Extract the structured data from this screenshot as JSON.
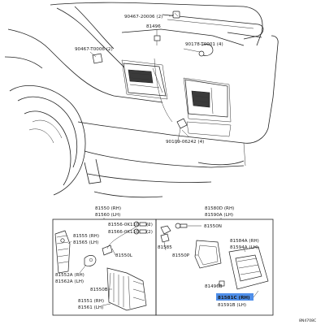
{
  "labels": {
    "p90467_20006": "90467-20006 (2)",
    "p81496_top": "81496",
    "p90467_t0006": "90467-T0006 (2)",
    "p90178_t0001": "90178-T0001 (4)",
    "p90109_06242": "90109-06242 (4)",
    "p81550_rh": "81550 (RH)",
    "p81560_lh": "81560 (LH)",
    "p81556": "81556-0K110",
    "p81566": "81566-0K110",
    "p81555_rh": "81555 (RH)",
    "p81565_lh": "81565 (LH)",
    "p81550l": "81550L",
    "p81552a_rh": "81552A (RH)",
    "p81562a_lh": "81562A (LH)",
    "p81550b": "81550B",
    "p81551_rh": "81551 (RH)",
    "p81561_lh": "81561 (LH)",
    "p81580d_rh": "81580D (RH)",
    "p81590a_lh": "81590A (LH)",
    "p81550n": "81550N",
    "p81584a_rh": "81584A (RH)",
    "p81594a_lh": "81594A (LH)",
    "p81585": "81585",
    "p81550p": "81550P",
    "p81496_box": "81496B",
    "p81581c_rh": "81581C (RH)",
    "p81591b_lh": "81591B (LH)",
    "p81556_qty": "(2)",
    "p81566_qty": "(2)",
    "code": "8N4708C"
  },
  "colors": {
    "highlight": "#4f8fea"
  }
}
